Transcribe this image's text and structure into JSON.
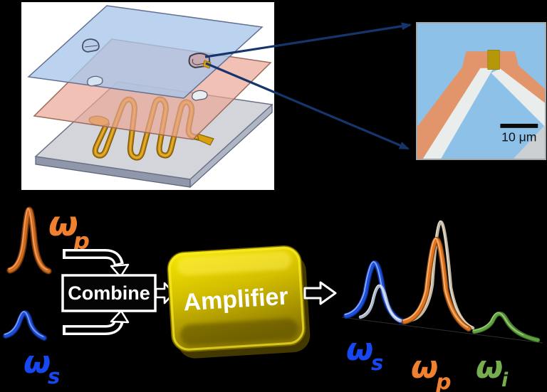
{
  "inset": {
    "scale_bar_label": "10 μm"
  },
  "flow": {
    "combine_label": "Combine",
    "amplifier_label": "Amplifier",
    "inputs": {
      "pump": {
        "symbol": "ω",
        "subscript": "p"
      },
      "signal": {
        "symbol": "ω",
        "subscript": "s"
      }
    },
    "outputs": {
      "signal": {
        "symbol": "ω",
        "subscript": "s"
      },
      "pump": {
        "symbol": "ω",
        "subscript": "p"
      },
      "idler": {
        "symbol": "ω",
        "subscript": "i"
      }
    }
  },
  "colors": {
    "pump_orange": "#ee8030",
    "signal_blue": "#1747f0",
    "idler_green": "#76ad4e",
    "amplifier_gold": "#d8c400",
    "connector_navy": "#17356d",
    "inset_background_blue": "#8dc1e7",
    "inset_electrode_orange": "#e2946a",
    "waveguide_gold": "#cf9212"
  }
}
